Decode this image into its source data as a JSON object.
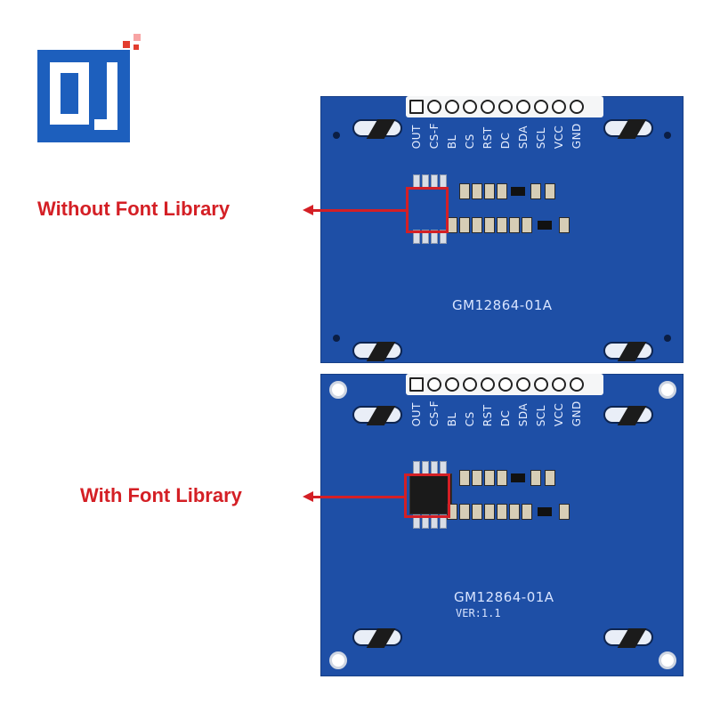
{
  "logo": {
    "name": "jessinie-logo",
    "colors": {
      "blue": "#1d5fbd",
      "red": "#e23d2f",
      "pink": "#f7a4a4"
    }
  },
  "board_top": {
    "pins": [
      "OUT",
      "CS-F",
      "BL",
      "CS",
      "RST",
      "DC",
      "SDA",
      "SCL",
      "VCC",
      "GND"
    ],
    "model": "GM12864-01A"
  },
  "board_bottom": {
    "pins": [
      "OUT",
      "CS-F",
      "BL",
      "CS",
      "RST",
      "DC",
      "SDA",
      "SCL",
      "VCC",
      "GND"
    ],
    "model": "GM12864-01A",
    "version": "VER:1.1"
  },
  "annotations": {
    "without": "Without Font Library",
    "with": "With Font Library",
    "color": "#d41f25"
  },
  "colors": {
    "pcb": "#1e4fa6",
    "silk": "#e6eeff"
  }
}
